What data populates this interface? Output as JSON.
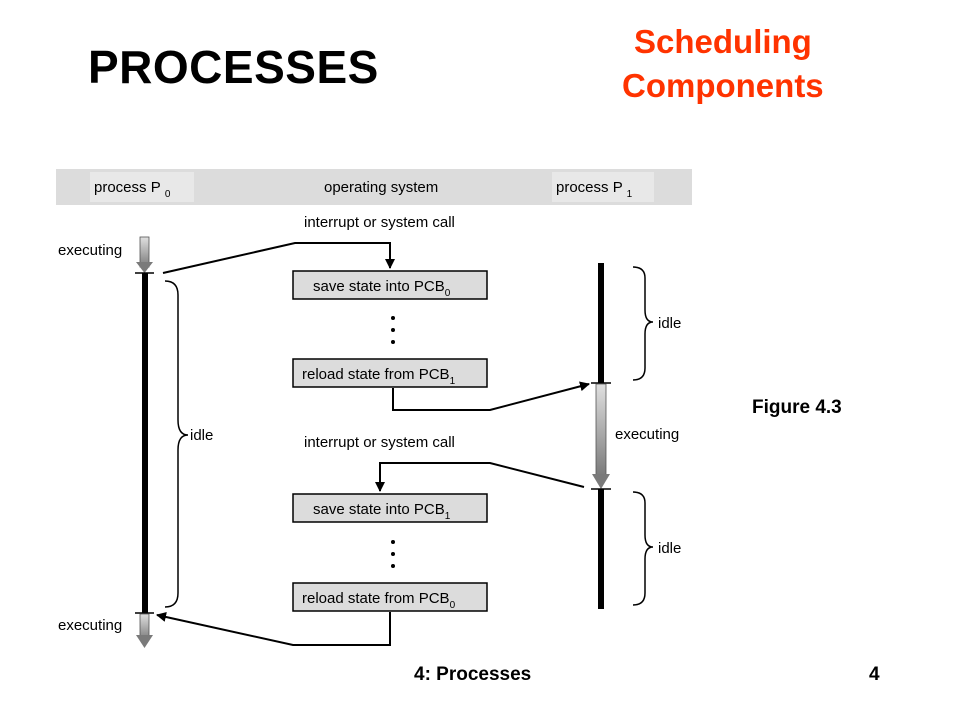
{
  "slide": {
    "title": "PROCESSES",
    "subtitle_line1": "Scheduling",
    "subtitle_line2": "Components",
    "figure_label": "Figure 4.3",
    "footer_left": "4: Processes",
    "footer_right": "4"
  },
  "diagram": {
    "header": {
      "p0_label": "process P",
      "p0_sub": "0",
      "os_label": "operating system",
      "p1_label": "process P",
      "p1_sub": "1"
    },
    "interrupt_top": "interrupt or system call",
    "interrupt_mid": "interrupt or system call",
    "box1": {
      "text": "save state into PCB",
      "sub": "0"
    },
    "box2": {
      "text": "reload state from PCB",
      "sub": "1"
    },
    "box3": {
      "text": "save state into PCB",
      "sub": "1"
    },
    "box4": {
      "text": "reload state from PCB",
      "sub": "0"
    },
    "p0_executing_top": "executing",
    "p0_idle": "idle",
    "p0_executing_bottom": "executing",
    "p1_idle_top": "idle",
    "p1_executing": "executing",
    "p1_idle_bottom": "idle"
  }
}
